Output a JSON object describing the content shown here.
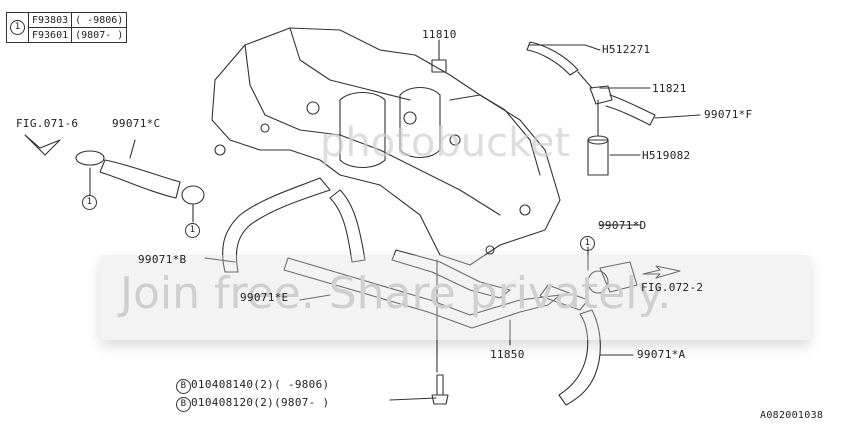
{
  "legend": {
    "marker": "1",
    "rows": [
      {
        "part": "F93803",
        "range": "(      -9806)"
      },
      {
        "part": "F93601",
        "range": "(9807-      )"
      }
    ]
  },
  "labels": {
    "p11810": "11810",
    "h512271": "H512271",
    "p11821": "11821",
    "p99071f": "99071*F",
    "h519082": "H519082",
    "fig071": "FIG.071-6",
    "p99071c": "99071*C",
    "p99071b": "99071*B",
    "p99071d": "99071*D",
    "fig072": "FIG.072-2",
    "p99071e": "99071*E",
    "p11850": "11850",
    "p99071a": "99071*A",
    "bolt1": "010408140(2)(      -9806)",
    "bolt2": "010408120(2)(9807-      )",
    "bolt_marker": "B",
    "callout_marker": "1",
    "code": "A082001038"
  },
  "watermark": {
    "brand": "photobucket",
    "tagline": "Join free. Share privately."
  },
  "colors": {
    "line": "#333333",
    "watermark": "#cfcfcf"
  }
}
